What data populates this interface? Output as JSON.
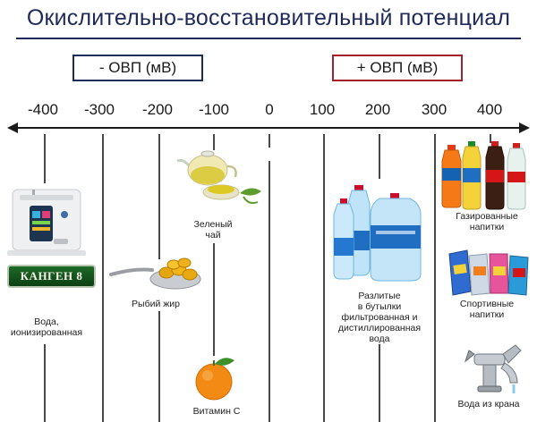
{
  "title": "Окислительно-восстановительный потенциал",
  "legend": {
    "negative": "- ОВП (мВ)",
    "positive": "+ ОВП (мВ)"
  },
  "colors": {
    "title": "#1f2a5a",
    "negative_border": "#1f2a5a",
    "positive_border": "#a3202a",
    "axis": "#1a1a1a"
  },
  "axis": {
    "ticks": [
      {
        "label": "-400",
        "value": -400
      },
      {
        "label": "-300",
        "value": -300
      },
      {
        "label": "-200",
        "value": -200
      },
      {
        "label": "-100",
        "value": -100
      },
      {
        "label": "0",
        "value": 0
      },
      {
        "label": "100",
        "value": 100
      },
      {
        "label": "200",
        "value": 200
      },
      {
        "label": "300",
        "value": 300
      },
      {
        "label": "400",
        "value": 400
      }
    ]
  },
  "items": {
    "kangen": {
      "badge": "КАНГЕН 8",
      "caption": "Вода,\nионизированная",
      "icon": "water-ionizer-icon"
    },
    "fish_oil": {
      "caption": "Рыбий жир",
      "icon": "fish-oil-spoon-icon"
    },
    "green_tea": {
      "caption": "Зеленый\nчай",
      "icon": "teapot-icon"
    },
    "vitamin_c": {
      "caption": "Витамин С",
      "icon": "orange-icon"
    },
    "bottled_water": {
      "caption": "Разлитые\nв бутылки\nфильтрованная и\nдистиллированная\nвода",
      "icon": "water-bottles-icon"
    },
    "soda": {
      "caption": "Газированные\nнапитки",
      "icon": "soda-bottles-icon"
    },
    "sports": {
      "caption": "Спортивные\nнапитки",
      "icon": "sports-drinks-icon"
    },
    "tap_water": {
      "caption": "Вода из крана",
      "icon": "faucet-icon"
    }
  }
}
